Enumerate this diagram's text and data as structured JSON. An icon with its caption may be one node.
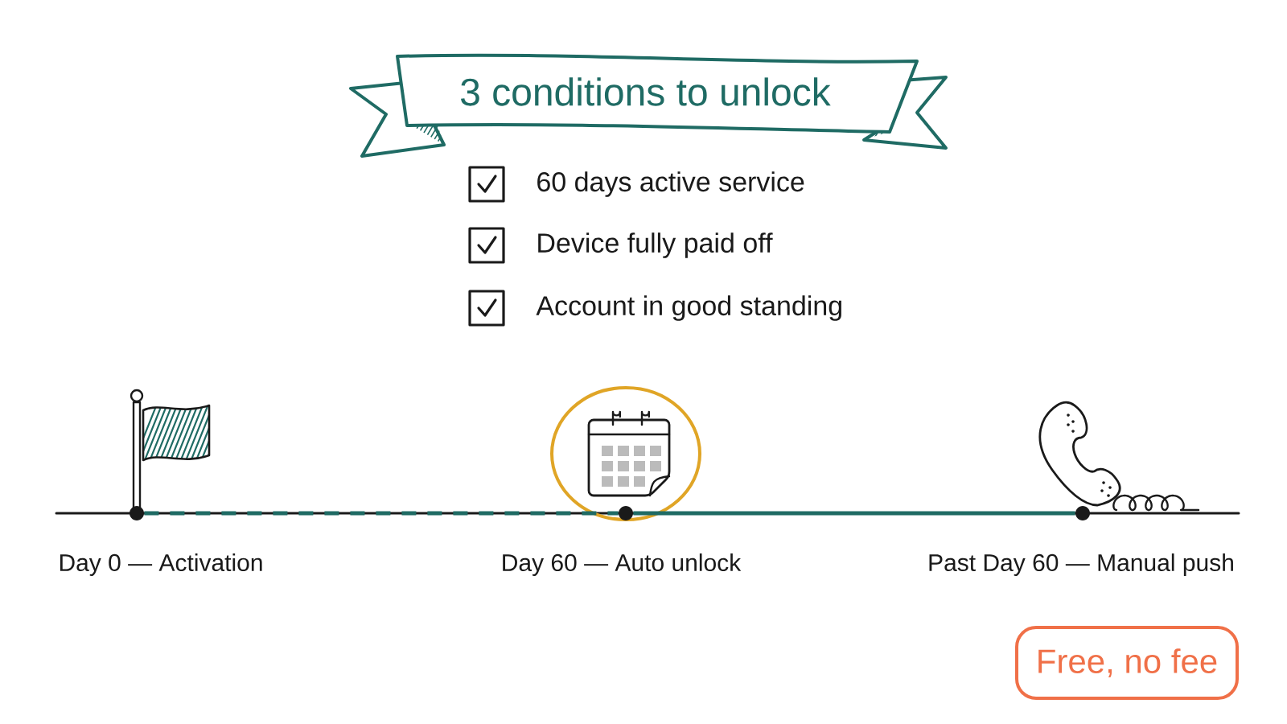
{
  "diagram": {
    "title": "3 conditions to unlock",
    "nodes": [
      {
        "text": [],
        "shape": "circle",
        "beside": [
          "Day 0 — Activation"
        ]
      },
      {
        "text": [],
        "shape": "circle",
        "beside": [
          "Day 60 — Auto unlock"
        ]
      },
      {
        "text": [],
        "shape": "circle",
        "beside": [
          "Past Day 60 — Manual push"
        ]
      },
      {
        "text": [
          "Free, no fee"
        ]
      }
    ],
    "edges": [
      {
        "from": 0,
        "to": 1,
        "arrow": "none",
        "style": "dashed"
      },
      {
        "from": 1,
        "to": 2,
        "arrow": "none"
      }
    ],
    "labels": [
      "60 days active service",
      "Device fully paid off",
      "Account in good standing"
    ]
  }
}
